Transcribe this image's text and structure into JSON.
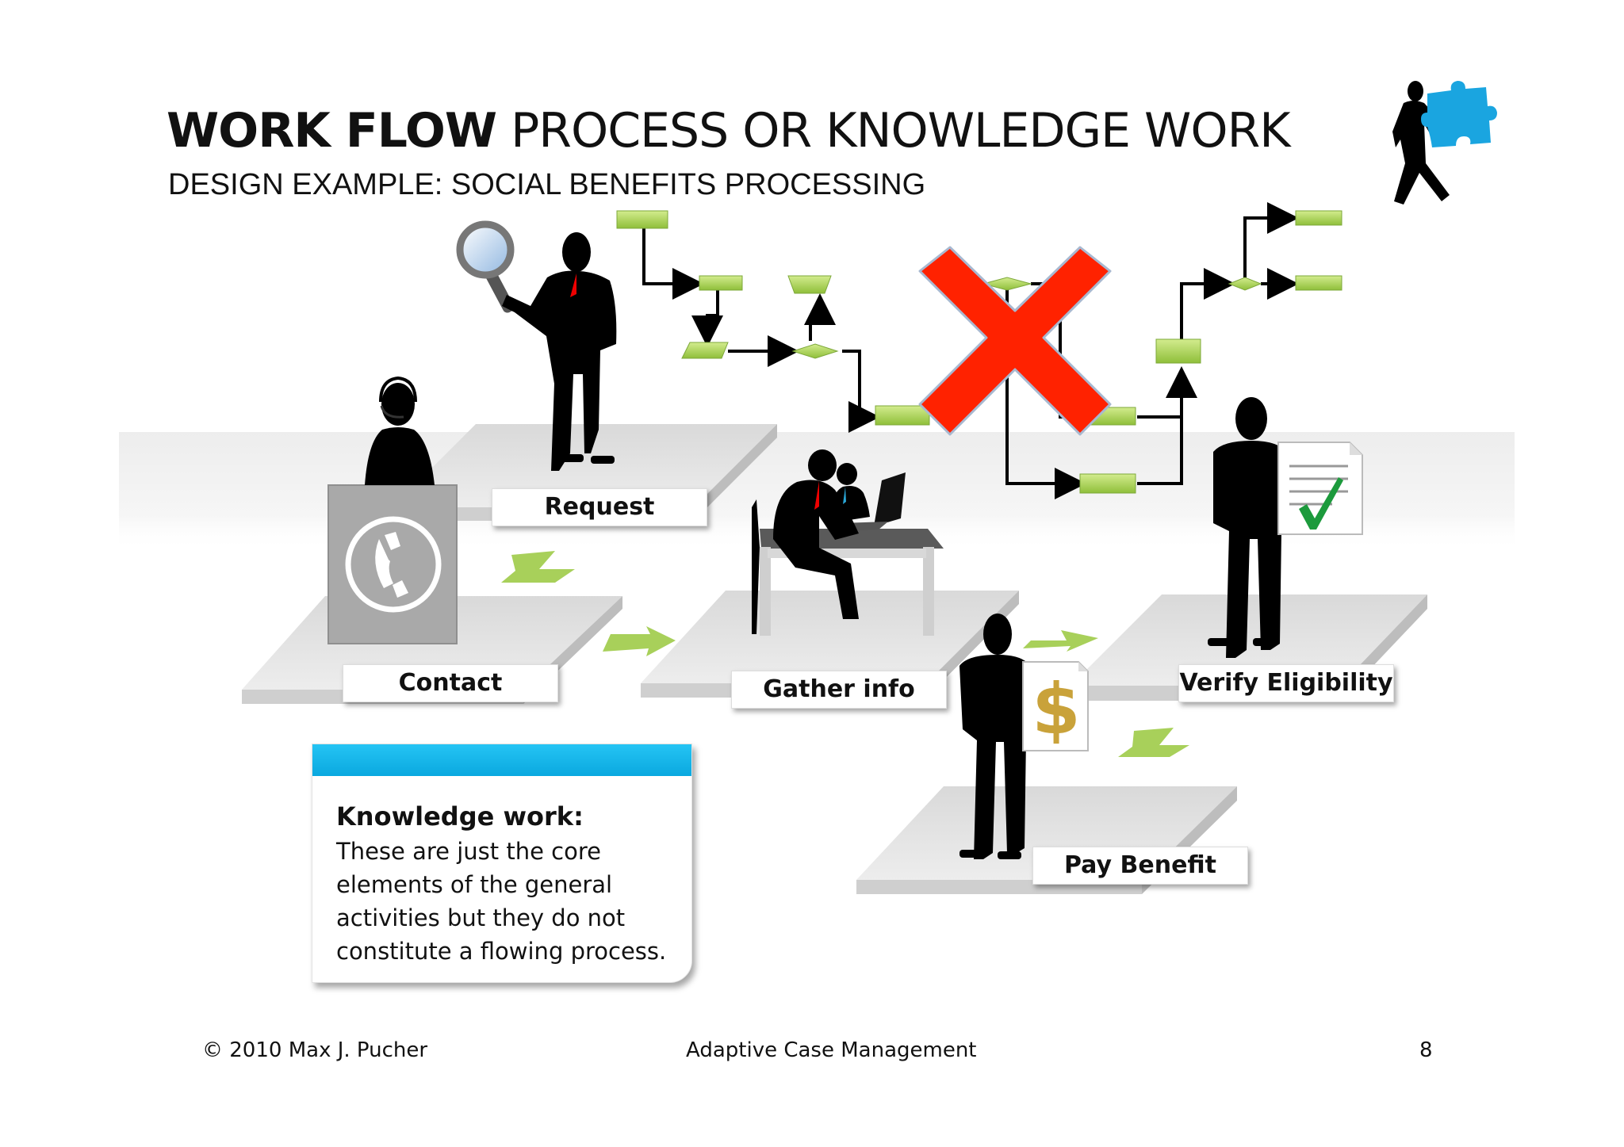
{
  "title": {
    "bold": "WORK FLOW",
    "rest": " PROCESS OR KNOWLEDGE WORK"
  },
  "subtitle": "DESIGN EXAMPLE: SOCIAL BENEFITS PROCESSING",
  "steps": {
    "contact": "Contact",
    "request": "Request",
    "gather": "Gather info",
    "verify": "Verify Eligibility",
    "pay": "Pay Benefit"
  },
  "note": {
    "title": "Knowledge work:",
    "body": "These are just the core elements of the general activities but they do not constitute a flowing process."
  },
  "footer": {
    "copyright": "© 2010 Max J. Pucher",
    "center": "Adaptive Case Management",
    "page": "8"
  },
  "colors": {
    "platform": "#e3e3e3",
    "flow_box": "#a8d05a",
    "accent_blue": "#0aa8df",
    "cross_red": "#ff2200",
    "check_green": "#1c9a3c",
    "dollar_gold": "#c9a23a"
  },
  "icons": [
    "magnifier-icon",
    "phone-icon",
    "dollar-icon",
    "checkmark-icon",
    "puzzle-icon",
    "cross-icon",
    "arrow-icon"
  ]
}
